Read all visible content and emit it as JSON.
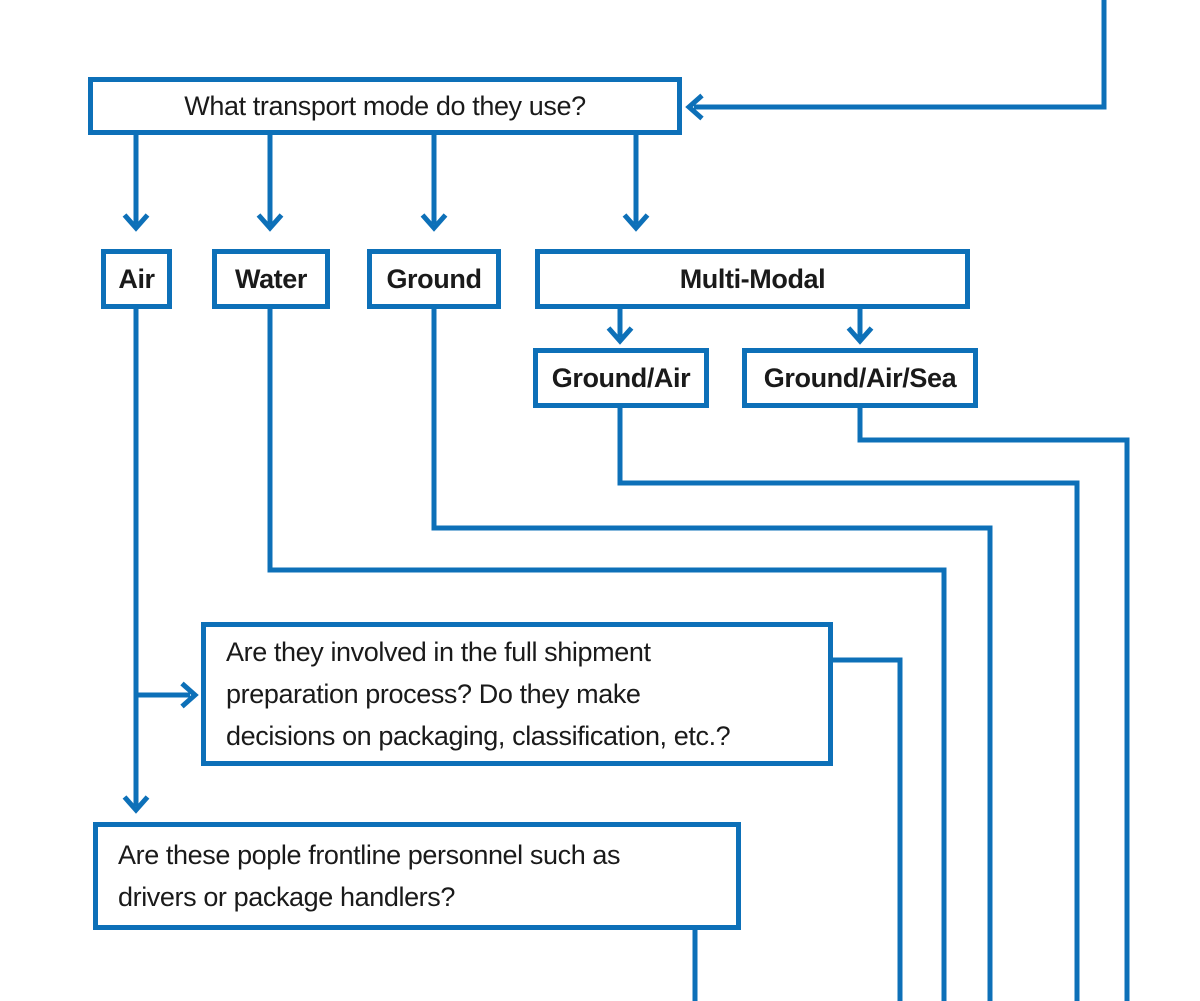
{
  "colors": {
    "accent": "#0d70b8",
    "text": "#1a1a1a",
    "background": "#ffffff"
  },
  "flowchart": {
    "nodes": {
      "question_transport": {
        "label": "What transport mode do they use?"
      },
      "air": {
        "label": "Air"
      },
      "water": {
        "label": "Water"
      },
      "ground": {
        "label": "Ground"
      },
      "multi_modal": {
        "label": "Multi-Modal"
      },
      "ground_air": {
        "label": "Ground/Air"
      },
      "ground_air_sea": {
        "label": "Ground/Air/Sea"
      },
      "question_shipment": {
        "label": "Are they involved in the full shipment\npreparation process? Do they make\ndecisions on packaging, classification, etc.?"
      },
      "question_frontline": {
        "label": "Are these pople frontline personnel such as\ndrivers or package handlers?"
      }
    },
    "connections": [
      "offscreen-top -> question_transport",
      "question_transport -> air",
      "question_transport -> water",
      "question_transport -> ground",
      "question_transport -> multi_modal",
      "multi_modal -> ground_air",
      "multi_modal -> ground_air_sea",
      "air -> question_shipment",
      "air -> question_frontline",
      "water -> offscreen-bottom",
      "ground -> offscreen-bottom",
      "ground_air -> offscreen-bottom",
      "ground_air_sea -> offscreen-bottom",
      "question_shipment -> offscreen-bottom",
      "question_frontline -> offscreen-bottom"
    ]
  }
}
